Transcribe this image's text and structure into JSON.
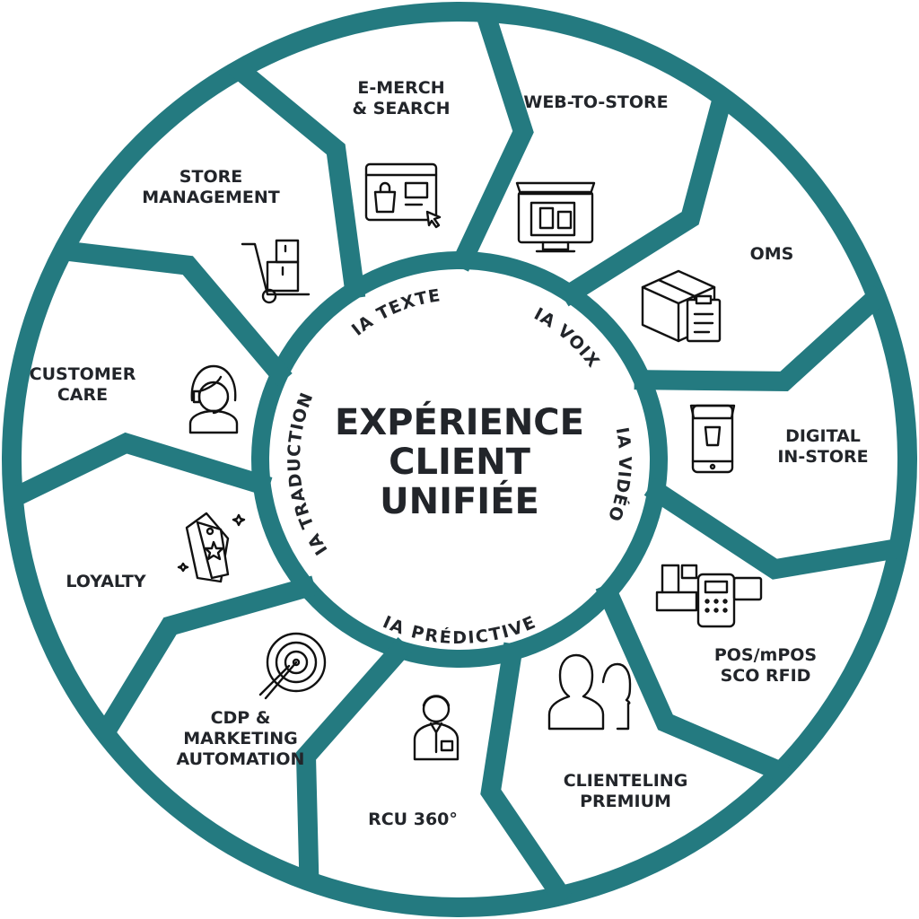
{
  "colors": {
    "ring": "#247a80",
    "text": "#22252a"
  },
  "center": {
    "line1": "EXPÉRIENCE",
    "line2": "CLIENT",
    "line3": "UNIFIÉE"
  },
  "ai_layers": {
    "texte": "IA TEXTE",
    "voix": "IA VOIX",
    "video": "IA VIDÉO",
    "predictive": "IA PRÉDICTIVE",
    "traduction": "IA TRADUCTION"
  },
  "segments": [
    {
      "l1": "E-MERCH",
      "l2": "& SEARCH",
      "icon": "browser-shopping-icon"
    },
    {
      "l1": "WEB-TO-STORE",
      "icon": "storefront-monitor-icon"
    },
    {
      "l1": "OMS",
      "icon": "package-clipboard-icon"
    },
    {
      "l1": "DIGITAL",
      "l2": "IN-STORE",
      "icon": "mobile-store-icon"
    },
    {
      "l1": "POS/mPOS",
      "l2": "SCO RFID",
      "icon": "cash-register-icon"
    },
    {
      "l1": "CLIENTELING",
      "l2": "PREMIUM",
      "icon": "users-icon"
    },
    {
      "l1": "RCU 360°",
      "icon": "businessman-icon"
    },
    {
      "l1": "CDP &",
      "l2": "MARKETING",
      "l3": "AUTOMATION",
      "icon": "target-icon"
    },
    {
      "l1": "LOYALTY",
      "icon": "loyalty-tag-icon"
    },
    {
      "l1": "CUSTOMER",
      "l2": "CARE",
      "icon": "headset-agent-icon"
    },
    {
      "l1": "STORE",
      "l2": "MANAGEMENT",
      "icon": "hand-truck-icon"
    }
  ]
}
